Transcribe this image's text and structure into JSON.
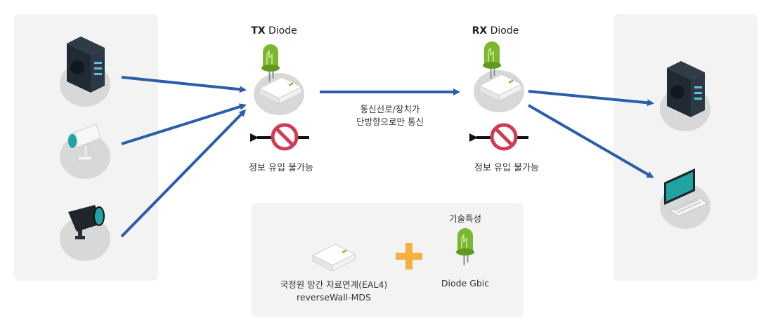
{
  "labels": {
    "tx_bold": "TX",
    "tx_rest": "Diode",
    "rx_bold": "RX",
    "rx_rest": "Diode",
    "tx_block": "정보 유입 불가능",
    "rx_block": "정보 유입 불가능",
    "channel_line1": "통신선로/장치가",
    "channel_line2": "단방향으로만 통신",
    "tech_heading": "기술특성",
    "product_line1": "국정원 망간 자료연계(EAL4)",
    "product_line2": "reverseWall-MDS",
    "diode_gbic": "Diode Gbic"
  },
  "colors": {
    "arrow": "#2a5ea8",
    "block_sign": "#d13a52",
    "diode_green": "#7ab82f",
    "plus": "#f5b041",
    "screen": "#1fa3a3",
    "panel": "#f3f3f3"
  },
  "icons": {
    "source_server": "server-tower-icon",
    "source_camera": "bullet-camera-icon",
    "source_dome_camera": "black-camera-icon",
    "tx_device": "diode-device-icon",
    "rx_device": "diode-device-icon",
    "dest_server": "server-tower-icon",
    "dest_pc": "desktop-pc-icon",
    "block": "no-entry-icon",
    "plus": "plus-icon",
    "led": "led-diode-icon"
  }
}
